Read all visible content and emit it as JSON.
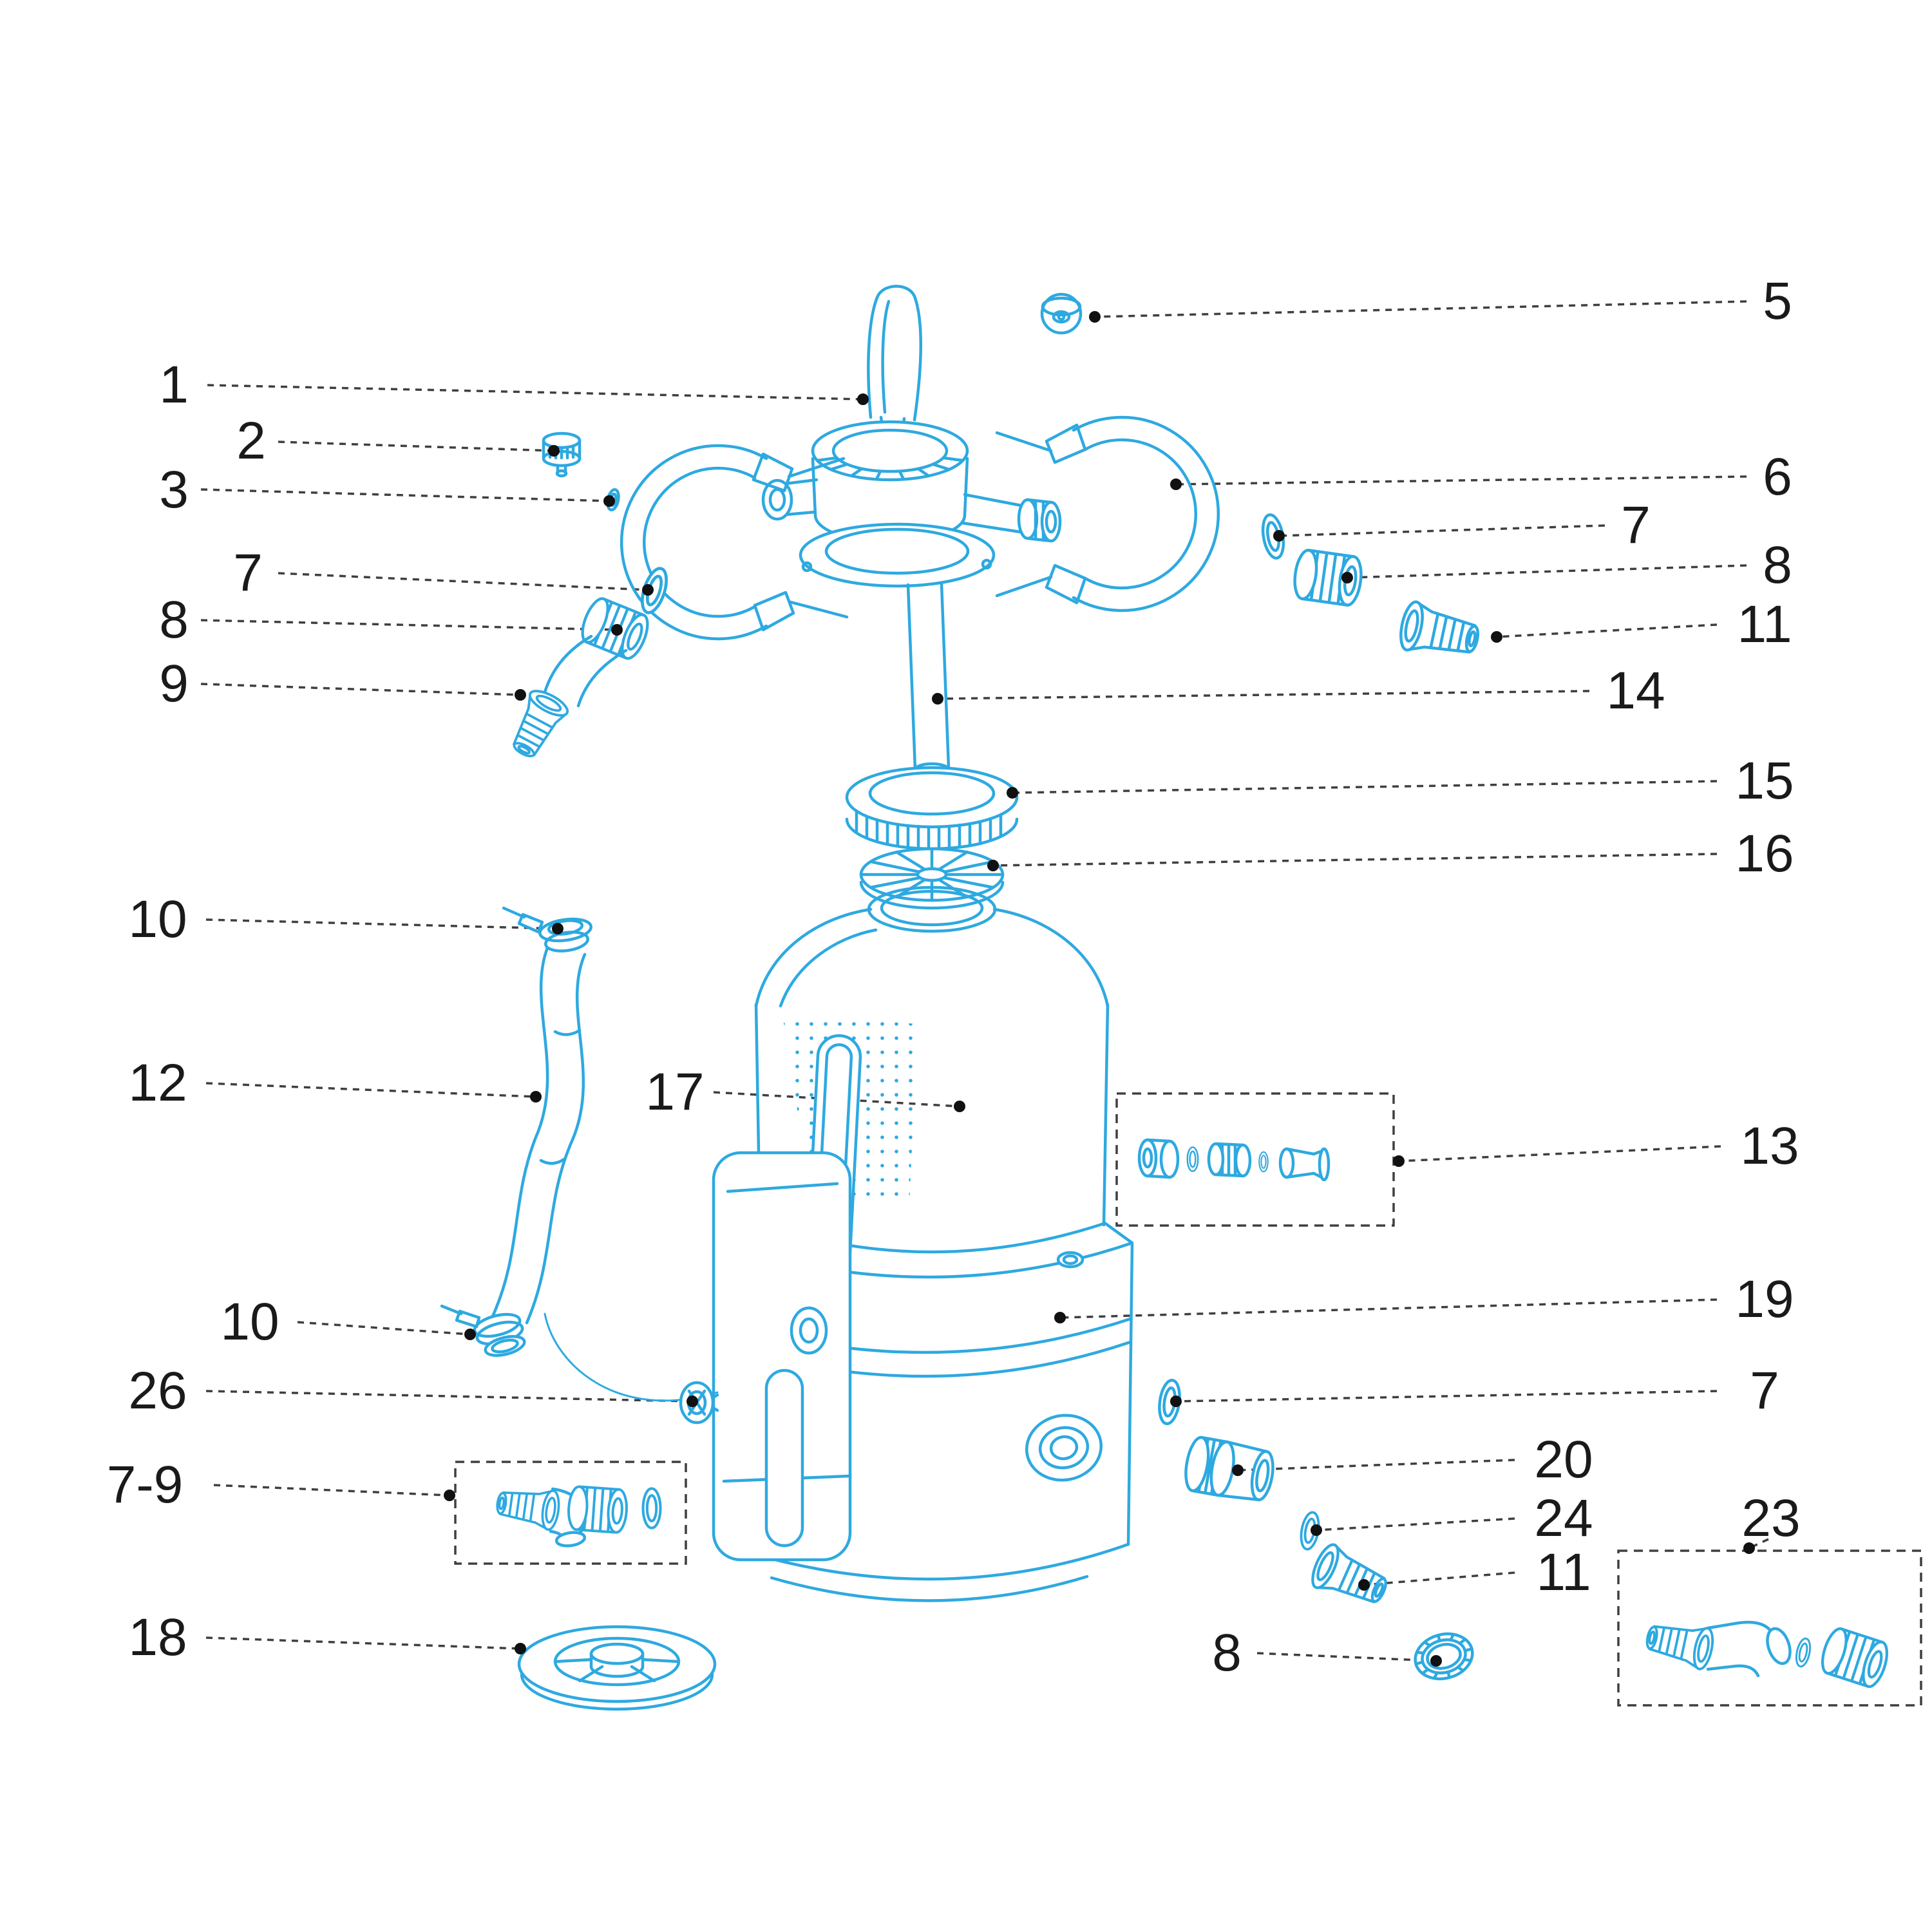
{
  "diagram": {
    "background": "#ffffff",
    "line_color": "#2ea9e0",
    "label_color": "#1a1a1a",
    "leader_color": "#3f3f3f"
  },
  "callouts": [
    {
      "label": "5"
    },
    {
      "label": "1"
    },
    {
      "label": "2"
    },
    {
      "label": "3"
    },
    {
      "label": "6"
    },
    {
      "label": "7"
    },
    {
      "label": "8"
    },
    {
      "label": "11"
    },
    {
      "label": "7"
    },
    {
      "label": "8"
    },
    {
      "label": "9"
    },
    {
      "label": "14"
    },
    {
      "label": "15"
    },
    {
      "label": "16"
    },
    {
      "label": "10"
    },
    {
      "label": "12"
    },
    {
      "label": "17"
    },
    {
      "label": "13"
    },
    {
      "label": "19"
    },
    {
      "label": "10"
    },
    {
      "label": "26"
    },
    {
      "label": "7"
    },
    {
      "label": "7-9"
    },
    {
      "label": "20"
    },
    {
      "label": "24"
    },
    {
      "label": "23"
    },
    {
      "label": "11"
    },
    {
      "label": "8"
    },
    {
      "label": "18"
    }
  ]
}
